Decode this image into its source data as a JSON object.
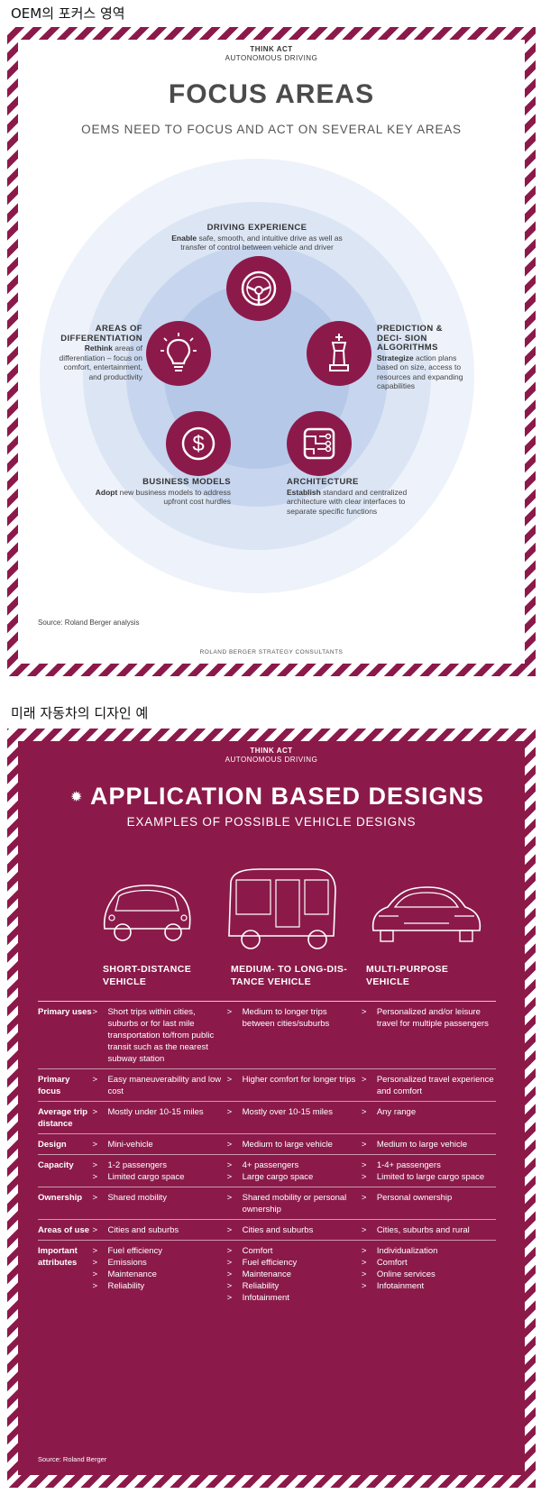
{
  "captions": {
    "first": "OEM의 포커스 영역",
    "second": "미래 자동차의 디자인 예"
  },
  "colors": {
    "brand": "#8b1a4a",
    "ring_outer": "#e9eef8",
    "ring_mid": "#d3def2",
    "ring_inner": "#b9cbea"
  },
  "focus": {
    "think_act": "THINK ACT",
    "topic": "AUTONOMOUS DRIVING",
    "title": "FOCUS AREAS",
    "subtitle": "OEMS NEED TO FOCUS AND ACT ON SEVERAL KEY AREAS",
    "areas": [
      {
        "heading": "DRIVING EXPERIENCE",
        "verb": "Enable",
        "text": " safe, smooth, and intuitive drive as well as transfer of control between vehicle and driver",
        "icon": "steering-wheel-icon"
      },
      {
        "heading": "PREDICTION & DECI- SION ALGORITHMS",
        "verb": "Strategize",
        "text": " action plans based on size, access to resources and expanding capabilities",
        "icon": "chess-king-icon"
      },
      {
        "heading": "ARCHITECTURE",
        "verb": "Establish",
        "text": " standard and centralized architecture with clear interfaces to separate specific functions",
        "icon": "circuit-icon"
      },
      {
        "heading": "BUSINESS MODELS",
        "verb": "Adopt",
        "text": " new business models to address upfront cost hurdles",
        "icon": "dollar-icon"
      },
      {
        "heading": "AREAS OF DIFFERENTIATION",
        "verb": "Rethink",
        "text": " areas of differentiation – focus on comfort, entertainment, and productivity",
        "icon": "lightbulb-icon"
      }
    ],
    "source": "Source: Roland Berger analysis",
    "footer": "ROLAND BERGER STRATEGY CONSULTANTS"
  },
  "designs": {
    "think_act": "THINK ACT",
    "topic": "AUTONOMOUS DRIVING",
    "title": "APPLICATION BASED DESIGNS",
    "subtitle": "EXAMPLES OF POSSIBLE VEHICLE DESIGNS",
    "vehicles": [
      "SHORT-DISTANCE VEHICLE",
      "MEDIUM- TO LONG-DIS- TANCE VEHICLE",
      "MULTI-PURPOSE VEHICLE"
    ],
    "rows": [
      {
        "label": "Primary uses",
        "cols": [
          [
            "Short trips within cities, suburbs or for last mile transportation to/from public transit such as the nearest subway station"
          ],
          [
            "Medium to longer trips between cities/suburbs"
          ],
          [
            "Personalized and/or leisure travel for multiple passengers"
          ]
        ]
      },
      {
        "label": "Primary focus",
        "cols": [
          [
            "Easy maneuverability and low cost"
          ],
          [
            "Higher comfort for longer trips"
          ],
          [
            "Personalized travel experience and comfort"
          ]
        ]
      },
      {
        "label": "Average trip distance",
        "cols": [
          [
            "Mostly under 10-15 miles"
          ],
          [
            "Mostly over 10-15 miles"
          ],
          [
            "Any range"
          ]
        ]
      },
      {
        "label": "Design",
        "cols": [
          [
            "Mini-vehicle"
          ],
          [
            "Medium to large vehicle"
          ],
          [
            "Medium to large vehicle"
          ]
        ]
      },
      {
        "label": "Capacity",
        "cols": [
          [
            "1-2 passengers",
            "Limited cargo space"
          ],
          [
            "4+ passengers",
            "Large cargo space"
          ],
          [
            "1-4+ passengers",
            "Limited to large cargo space"
          ]
        ]
      },
      {
        "label": "Ownership",
        "cols": [
          [
            "Shared mobility"
          ],
          [
            "Shared mobility or personal ownership"
          ],
          [
            "Personal ownership"
          ]
        ]
      },
      {
        "label": "Areas of use",
        "cols": [
          [
            "Cities and suburbs"
          ],
          [
            "Cities and suburbs"
          ],
          [
            "Cities, suburbs and rural"
          ]
        ]
      },
      {
        "label": "Important attributes",
        "cols": [
          [
            "Fuel efficiency",
            "Emissions",
            "Maintenance",
            "Reliability"
          ],
          [
            "Comfort",
            "Fuel efficiency",
            "Maintenance",
            "Reliability",
            "Infotainment"
          ],
          [
            "Individualization",
            "Comfort",
            "Online services",
            "Infotainment"
          ]
        ]
      }
    ],
    "bullet": ">",
    "source": "Source: Roland Berger"
  }
}
